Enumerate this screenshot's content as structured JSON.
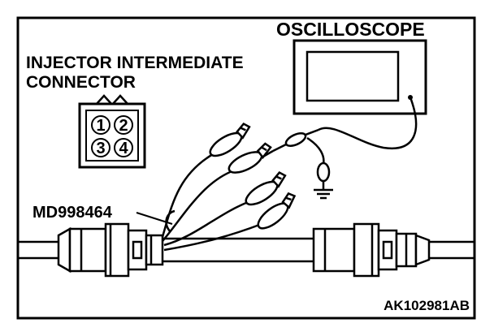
{
  "labels": {
    "oscilloscope": "OSCILLOSCOPE",
    "connector_line1": "INJECTOR INTERMEDIATE",
    "connector_line2": "CONNECTOR",
    "tool": "MD998464",
    "figure_code": "AK102981AB"
  },
  "connector_pins": [
    "1",
    "2",
    "3",
    "4"
  ]
}
